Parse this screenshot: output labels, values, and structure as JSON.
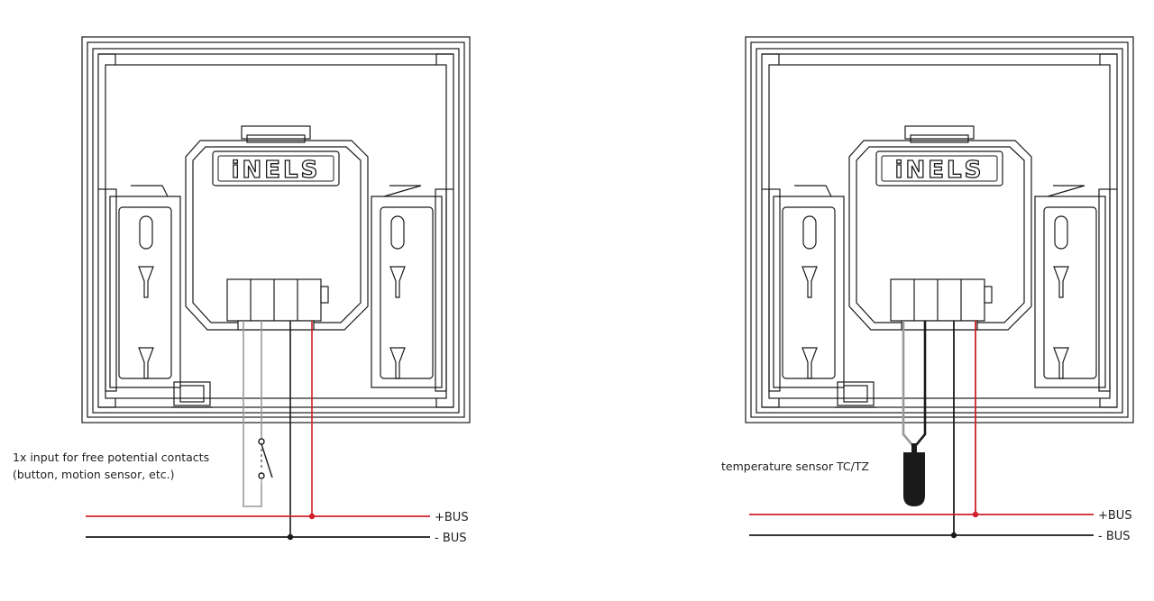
{
  "colors": {
    "outline": "#1a1a1a",
    "bus_plus": "#d0202a",
    "bus_minus": "#1a1a1a",
    "wire_grey": "#9a9a9a",
    "sensor": "#1a1a1a",
    "background": "#ffffff"
  },
  "icons": [
    "inels-logo",
    "switch-contact-icon",
    "temperature-sensor-icon",
    "mounting-hole-icon"
  ],
  "panels": [
    {
      "logo_text": "iNELS",
      "annotation_lines": [
        "1x input for free potential contacts",
        "(button, motion sensor, etc.)"
      ],
      "bus_plus_label": "+BUS",
      "bus_minus_label": "- BUS"
    },
    {
      "logo_text": "iNELS",
      "annotation_lines": [
        "temperature sensor TC/TZ"
      ],
      "bus_plus_label": "+BUS",
      "bus_minus_label": "- BUS"
    }
  ]
}
